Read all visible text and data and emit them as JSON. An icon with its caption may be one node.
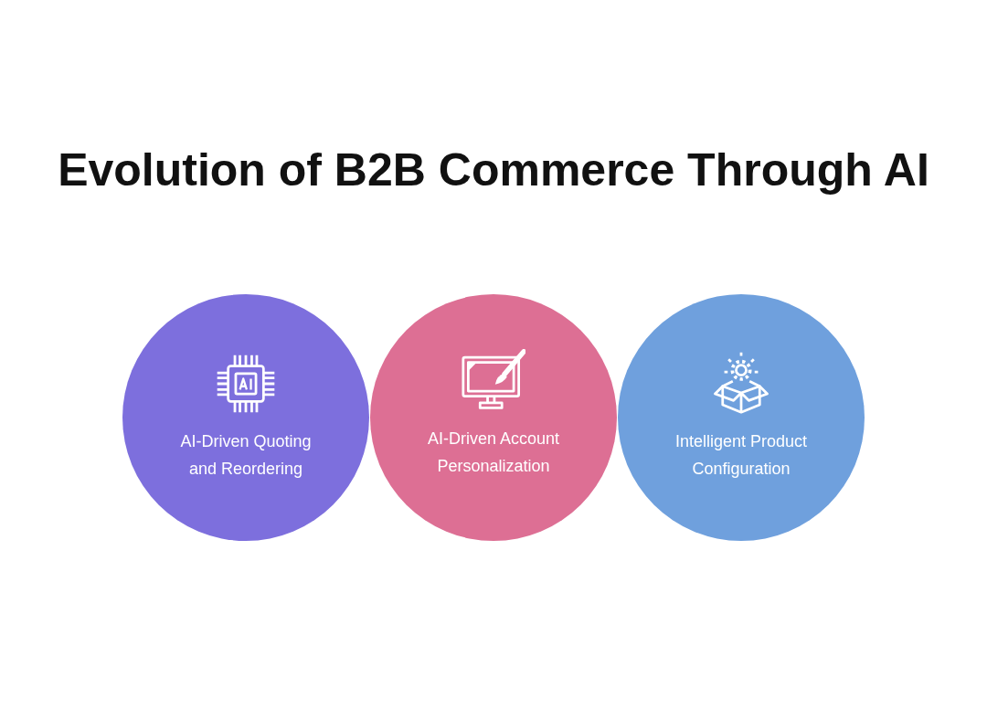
{
  "diagram": {
    "title": "Evolution of B2B Commerce Through AI",
    "nodes": [
      {
        "text": [
          "AI-Driven Quoting and Reordering"
        ]
      },
      {
        "text": [
          "AI-Driven Account Personalization"
        ]
      },
      {
        "text": [
          "Intelligent Product Configuration"
        ]
      }
    ]
  }
}
